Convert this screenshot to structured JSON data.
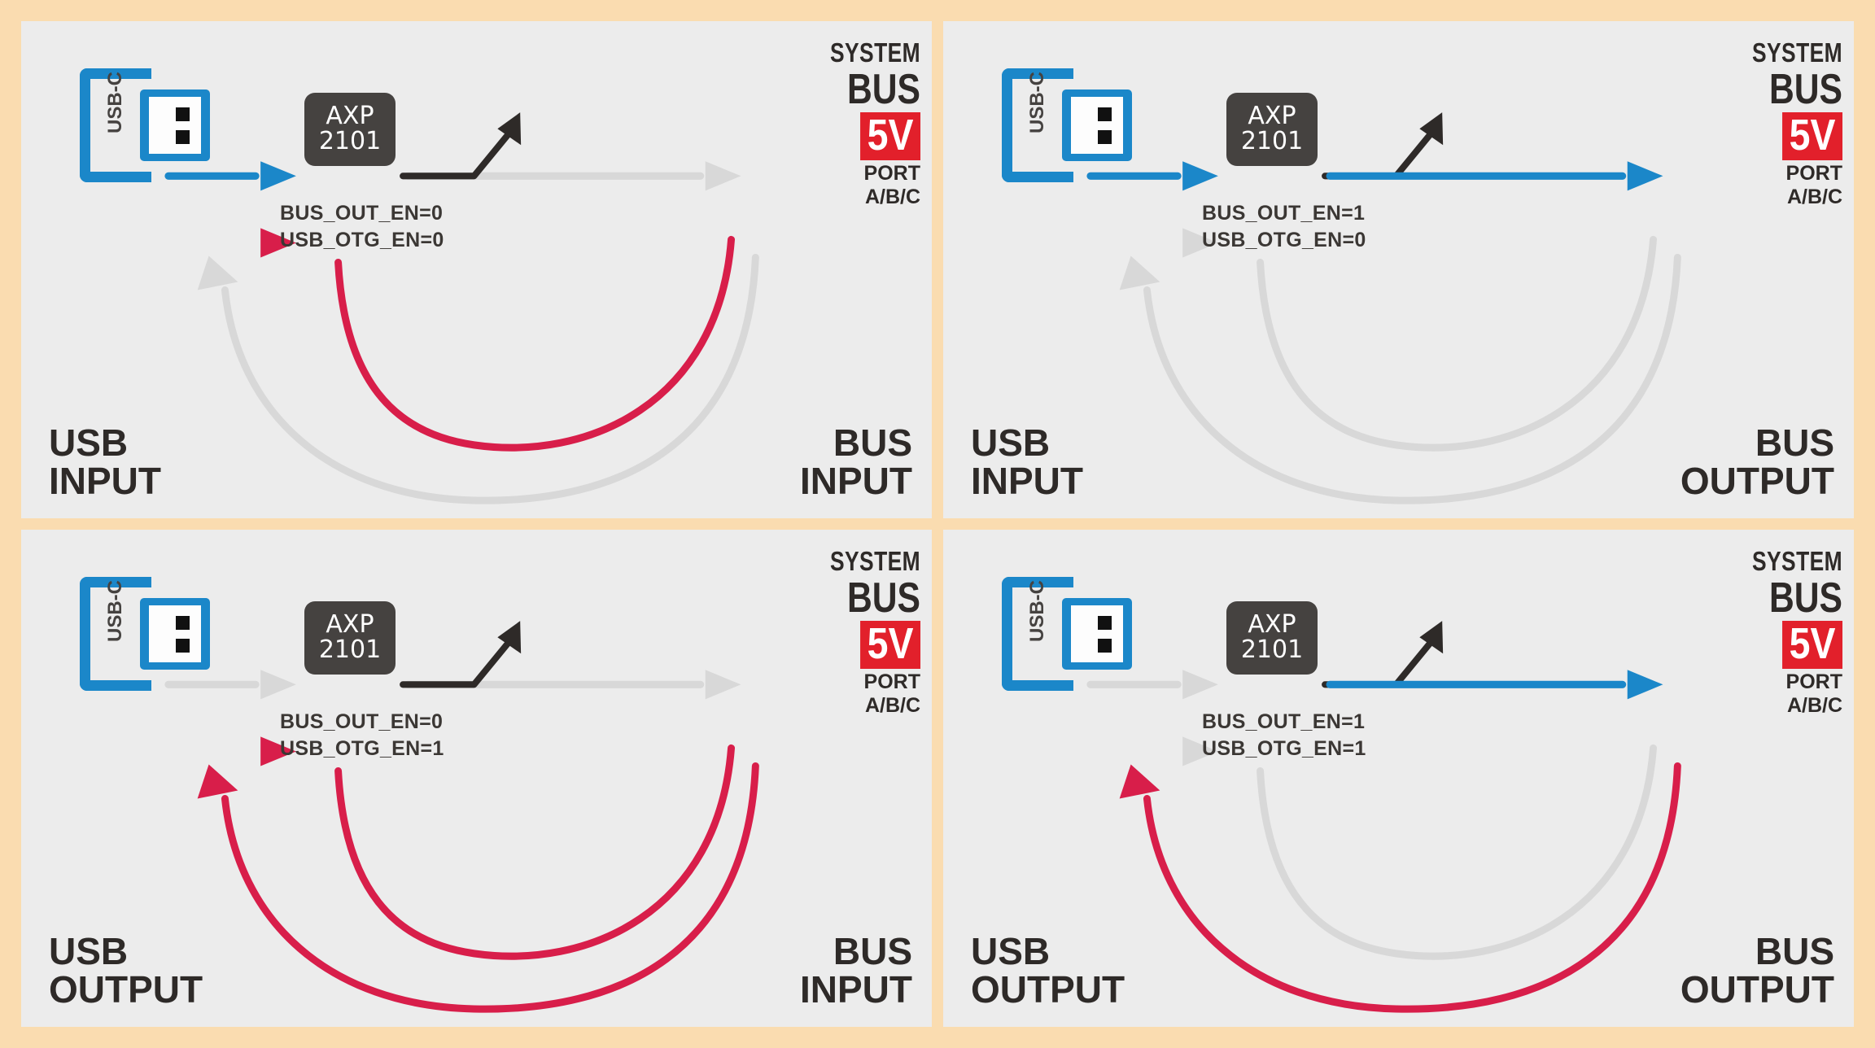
{
  "colors": {
    "background": "#fadcb0",
    "panel": "#ececec",
    "blue": "#1b87c9",
    "gray": "#d8d8d8",
    "red": "#d81e4a",
    "chip": "#454240",
    "black": "#2e2a28",
    "badge_red": "#e2202b"
  },
  "common": {
    "usbc_label": "USB-C",
    "chip_line1": "AXP",
    "chip_line2": "2101",
    "system_label": "SYSTEM",
    "bus_label": "BUS",
    "voltage_badge": "5V",
    "port_line1": "PORT",
    "port_line2": "A/B/C"
  },
  "panels": [
    {
      "id": "usb-input-bus-input",
      "config": {
        "bus_out_en": "BUS_OUT_EN=0",
        "usb_otg_en": "USB_OTG_EN=0"
      },
      "corner_left": {
        "line1": "USB",
        "line2": "INPUT"
      },
      "corner_right": {
        "line1": "BUS",
        "line2": "INPUT"
      },
      "flows": {
        "usb_to_chip_straight": "blue",
        "chip_to_bus_straight": "gray",
        "bus_to_chip_curve": "red",
        "bus_to_usb_curve": "gray"
      }
    },
    {
      "id": "usb-input-bus-output",
      "config": {
        "bus_out_en": "BUS_OUT_EN=1",
        "usb_otg_en": "USB_OTG_EN=0"
      },
      "corner_left": {
        "line1": "USB",
        "line2": "INPUT"
      },
      "corner_right": {
        "line1": "BUS",
        "line2": "OUTPUT"
      },
      "flows": {
        "usb_to_chip_straight": "blue",
        "chip_to_bus_straight": "blue",
        "bus_to_chip_curve": "gray",
        "bus_to_usb_curve": "gray"
      }
    },
    {
      "id": "usb-output-bus-input",
      "config": {
        "bus_out_en": "BUS_OUT_EN=0",
        "usb_otg_en": "USB_OTG_EN=1"
      },
      "corner_left": {
        "line1": "USB",
        "line2": "OUTPUT"
      },
      "corner_right": {
        "line1": "BUS",
        "line2": "INPUT"
      },
      "flows": {
        "usb_to_chip_straight": "gray",
        "chip_to_bus_straight": "gray",
        "bus_to_chip_curve": "red",
        "bus_to_usb_curve": "red"
      }
    },
    {
      "id": "usb-output-bus-output",
      "config": {
        "bus_out_en": "BUS_OUT_EN=1",
        "usb_otg_en": "USB_OTG_EN=1"
      },
      "corner_left": {
        "line1": "USB",
        "line2": "OUTPUT"
      },
      "corner_right": {
        "line1": "BUS",
        "line2": "OUTPUT"
      },
      "flows": {
        "usb_to_chip_straight": "gray",
        "chip_to_bus_straight": "blue",
        "bus_to_chip_curve": "gray",
        "bus_to_usb_curve": "red"
      }
    }
  ]
}
